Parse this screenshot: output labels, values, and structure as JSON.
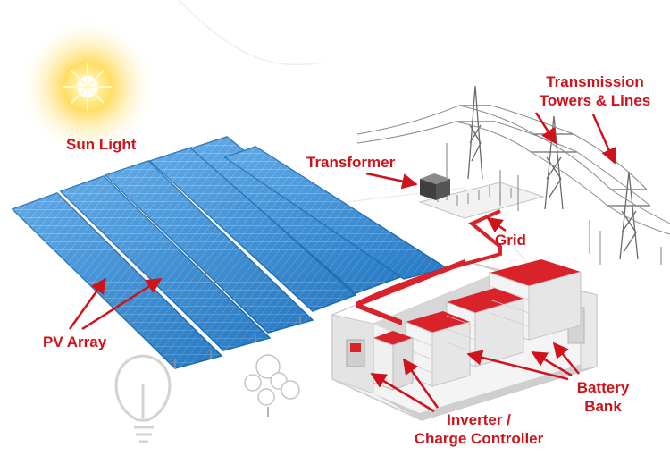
{
  "labels": {
    "sun_light": "Sun Light",
    "transformer": "Transformer",
    "transmission_line1": "Transmission",
    "transmission_line2": "Towers & Lines",
    "grid": "Grid",
    "pv_array": "PV Array",
    "battery_line1": "Battery",
    "battery_line2": "Bank",
    "inverter_line1": "Inverter /",
    "inverter_line2": "Charge Controller"
  },
  "colors": {
    "label": "#d0121b",
    "arrow": "#d0121b",
    "panel": "#2f8fde",
    "panel_light": "#6fb8f0",
    "battery_top": "#d9222a",
    "building": "#f2f2f2",
    "sun": "#ffd84a"
  },
  "icons": [
    "sun-icon",
    "light-bulb-icon",
    "tree-icon",
    "transmission-tower-icon",
    "transformer-icon"
  ]
}
